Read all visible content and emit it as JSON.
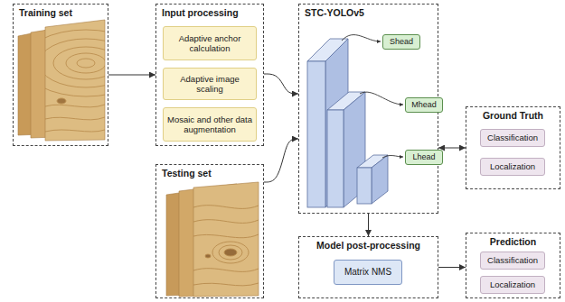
{
  "diagram": {
    "nodes": [
      {
        "text": [
          "Training set"
        ]
      },
      {
        "text": [
          "Input processing"
        ]
      },
      {
        "text": [
          "Adaptive anchor calculation"
        ],
        "in": 1
      },
      {
        "text": [
          "Adaptive image scaling"
        ],
        "in": 1
      },
      {
        "text": [
          "Mosaic and other data augmentation"
        ],
        "in": 1
      },
      {
        "text": [
          "STC-YOLOv5"
        ]
      },
      {
        "text": [
          "Shead"
        ],
        "in": 5
      },
      {
        "text": [
          "Mhead"
        ],
        "in": 5
      },
      {
        "text": [
          "Lhead"
        ],
        "in": 5
      },
      {
        "text": [
          "Ground Truth"
        ]
      },
      {
        "text": [
          "Classification"
        ],
        "in": 9
      },
      {
        "text": [
          "Localization"
        ],
        "in": 9
      },
      {
        "text": [
          "Testing set"
        ]
      },
      {
        "text": [
          "Model post-processing"
        ]
      },
      {
        "text": [
          "Matrix NMS"
        ],
        "in": 13
      },
      {
        "text": [
          "Prediction"
        ]
      },
      {
        "text": [
          "Classification"
        ],
        "in": 15
      },
      {
        "text": [
          "Localization"
        ],
        "in": 15
      }
    ],
    "edges": [
      {
        "from": 0,
        "to": 1,
        "arrow": "to"
      },
      {
        "from": 1,
        "to": 5,
        "arrow": "to"
      },
      {
        "from": 12,
        "to": 5,
        "arrow": "to"
      },
      {
        "from": 5,
        "to": 9,
        "arrow": "both"
      },
      {
        "from": 5,
        "to": 13,
        "arrow": "to"
      },
      {
        "from": 13,
        "to": 15,
        "arrow": "to"
      }
    ]
  }
}
